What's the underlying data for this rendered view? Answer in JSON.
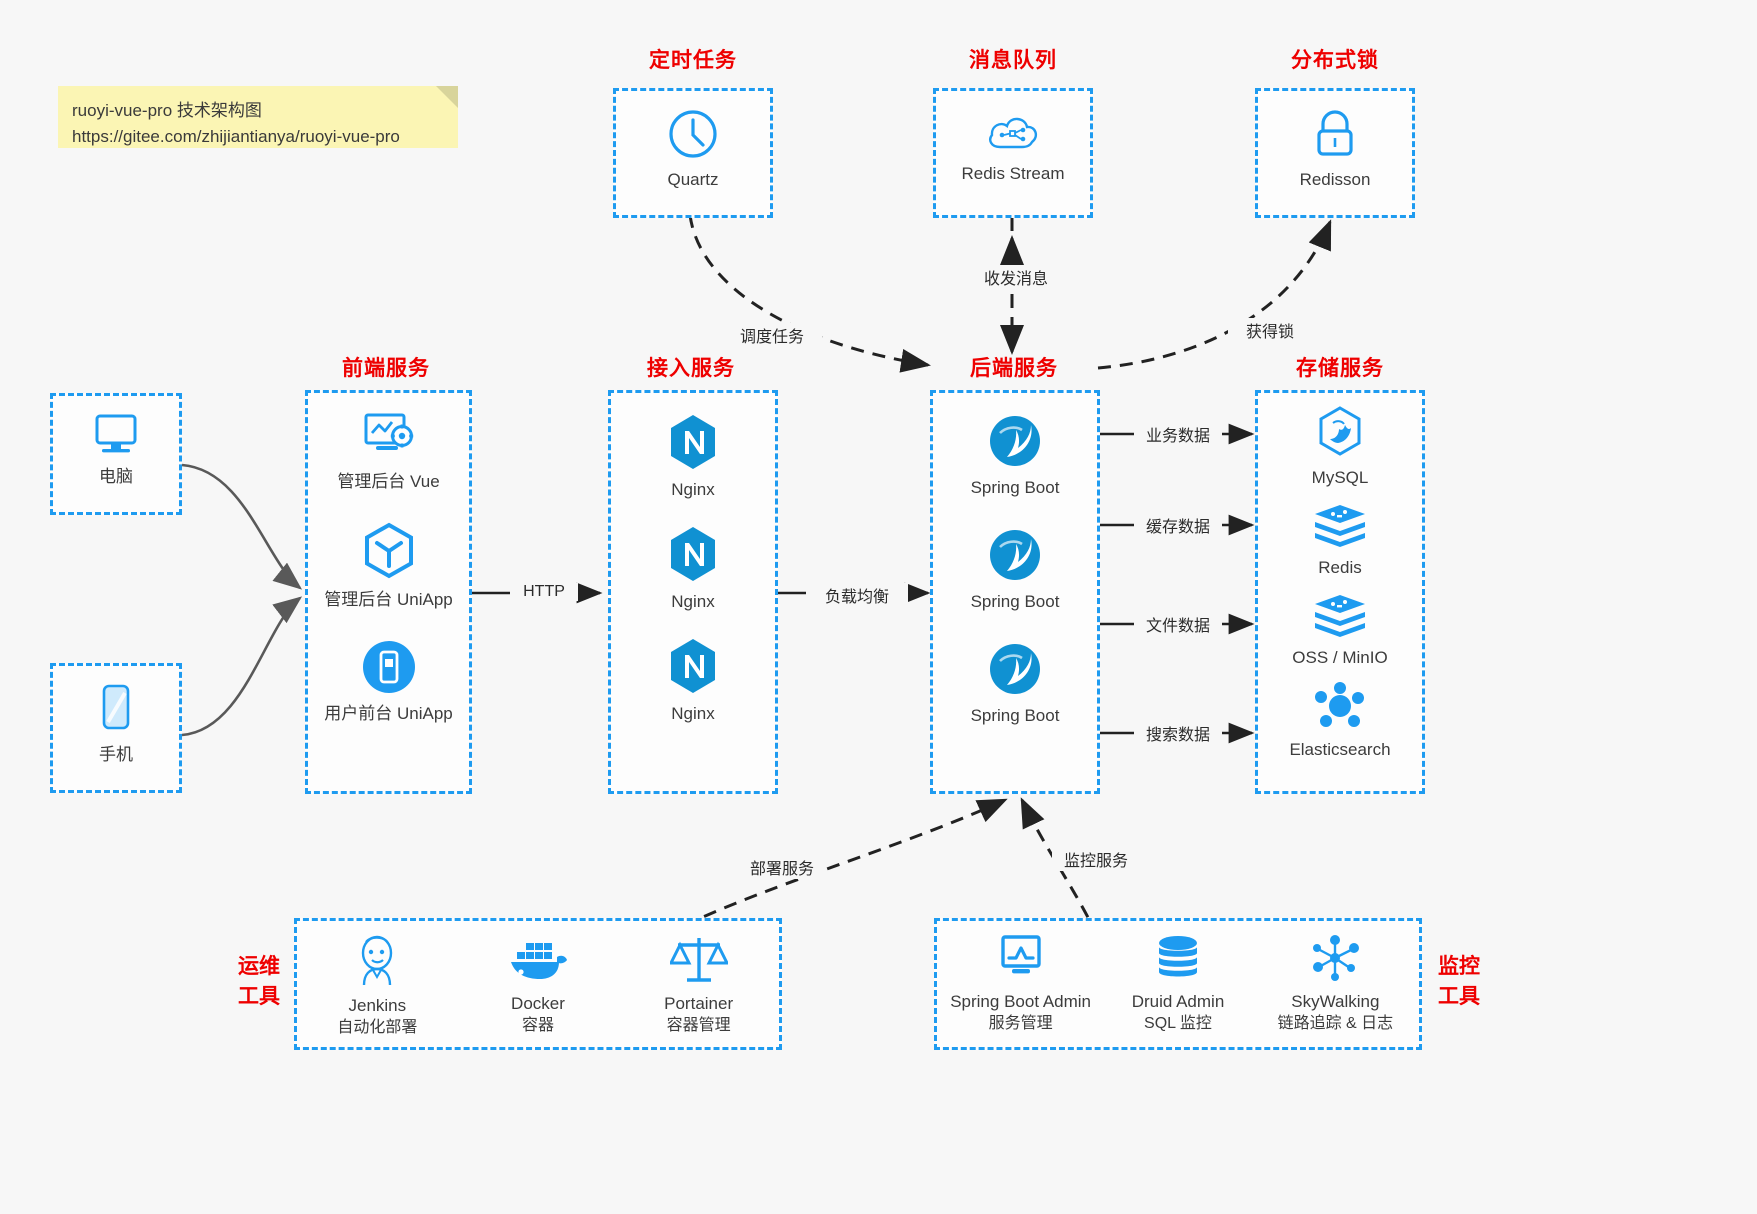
{
  "note": {
    "line1": "ruoyi-vue-pro 技术架构图",
    "line2": "https://gitee.com/zhijiantianya/ruoyi-vue-pro"
  },
  "captions": {
    "scheduler": "定时任务",
    "mq": "消息队列",
    "lock": "分布式锁",
    "frontend": "前端服务",
    "gateway": "接入服务",
    "backend": "后端服务",
    "storage": "存储服务",
    "devops_l1": "运维",
    "devops_l2": "工具",
    "monitor_l1": "监控",
    "monitor_l2": "工具"
  },
  "clients": [
    {
      "icon": "desktop-icon",
      "label": "电脑"
    },
    {
      "icon": "mobile-icon",
      "label": "手机"
    }
  ],
  "scheduler": [
    {
      "icon": "clock-icon",
      "label": "Quartz"
    }
  ],
  "mq": [
    {
      "icon": "cloud-stream-icon",
      "label": "Redis Stream"
    }
  ],
  "lock": [
    {
      "icon": "padlock-icon",
      "label": "Redisson"
    }
  ],
  "frontend": [
    {
      "icon": "admin-vue-icon",
      "label": "管理后台 Vue"
    },
    {
      "icon": "uniapp-hexagon-icon",
      "label": "管理后台 UniApp"
    },
    {
      "icon": "phone-app-icon",
      "label": "用户前台 UniApp"
    }
  ],
  "gateway": [
    {
      "icon": "nginx-icon",
      "label": "Nginx"
    },
    {
      "icon": "nginx-icon",
      "label": "Nginx"
    },
    {
      "icon": "nginx-icon",
      "label": "Nginx"
    }
  ],
  "backend": [
    {
      "icon": "spring-boot-icon",
      "label": "Spring Boot"
    },
    {
      "icon": "spring-boot-icon",
      "label": "Spring Boot"
    },
    {
      "icon": "spring-boot-icon",
      "label": "Spring Boot"
    }
  ],
  "storage": [
    {
      "icon": "mysql-icon",
      "label": "MySQL"
    },
    {
      "icon": "redis-icon",
      "label": "Redis"
    },
    {
      "icon": "oss-icon",
      "label": "OSS / MinIO"
    },
    {
      "icon": "elasticsearch-icon",
      "label": "Elasticsearch"
    }
  ],
  "devops": [
    {
      "icon": "jenkins-icon",
      "name": "Jenkins",
      "desc": "自动化部署"
    },
    {
      "icon": "docker-icon",
      "name": "Docker",
      "desc": "容器"
    },
    {
      "icon": "portainer-icon",
      "name": "Portainer",
      "desc": "容器管理"
    }
  ],
  "monitor": [
    {
      "icon": "spring-boot-admin-icon",
      "name": "Spring Boot Admin",
      "desc": "服务管理"
    },
    {
      "icon": "druid-icon",
      "name": "Druid Admin",
      "desc": "SQL 监控"
    },
    {
      "icon": "skywalking-icon",
      "name": "SkyWalking",
      "desc": "链路追踪 & 日志"
    }
  ],
  "edges": {
    "http": "HTTP",
    "load_balance": "负载均衡",
    "schedule_task": "调度任务",
    "send_receive": "收发消息",
    "acquire_lock": "获得锁",
    "business_data": "业务数据",
    "cache_data": "缓存数据",
    "file_data": "文件数据",
    "search_data": "搜索数据",
    "deploy_service": "部署服务",
    "monitor_service": "监控服务"
  },
  "colors": {
    "accent": "#1e9bf0",
    "caption": "#ee0000",
    "note_bg": "#fbf5b4",
    "bg": "#f7f7f7"
  }
}
